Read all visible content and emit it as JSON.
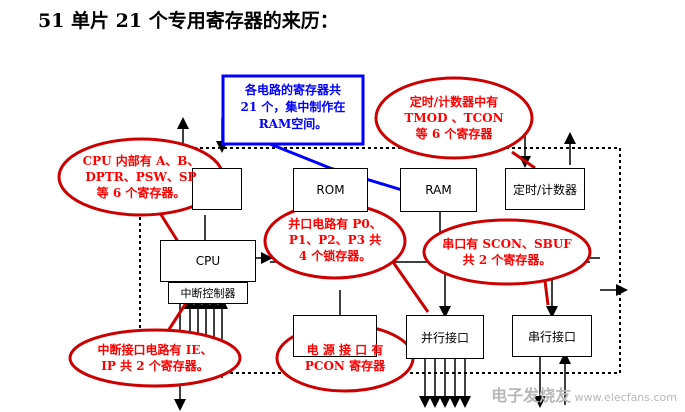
{
  "title": "51 单片 21 个专用寄存器的来历：",
  "blocks": {
    "rom": "ROM",
    "ram": "RAM",
    "timer": "定时/计数器",
    "cpu": "CPU",
    "interrupt_control": "中断控制器",
    "parallel_port": "并行接口",
    "serial_port": "串行接口"
  },
  "callout_registers": [
    "各电路的寄存器共",
    "21 个，集中制作在",
    "RAM空间。"
  ],
  "bubbles": {
    "cpu_regs": [
      "CPU 内部有 A、B、",
      "DPTR、PSW、SP",
      "等 6 个寄存器。"
    ],
    "timer_regs": [
      "定时/计数器中有",
      "TMOD 、TCON",
      "等 6 个寄存器"
    ],
    "parallel_regs": [
      "并口电路有 P0、",
      "P1、P2、P3 共",
      "4 个锁存器。"
    ],
    "serial_regs": [
      "串口有 SCON、SBUF",
      "共 2 个寄存器。"
    ],
    "interrupt_regs": [
      "中断接口电路有 IE、",
      "IP 共 2 个寄存器。"
    ],
    "power_regs": [
      "电 源 接 口 有",
      "PCON 寄存器"
    ]
  },
  "watermark": {
    "site": "电子发烧友",
    "url": "www.elecfans.com"
  },
  "colors": {
    "bubble_text": "#ff0000",
    "bubble_border": "#cc0000",
    "callout_border": "#0000ff",
    "callout_text": "#0000ff"
  }
}
